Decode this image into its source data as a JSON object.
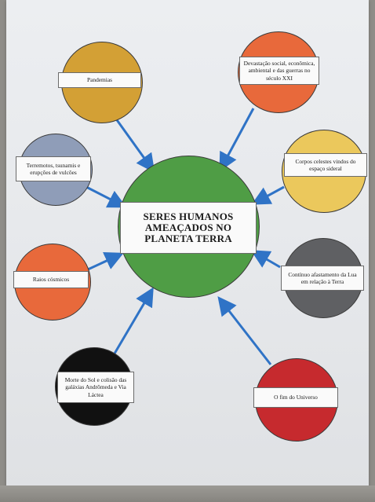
{
  "center": {
    "title": "SERES HUMANOS AMEAÇADOS NO PLANETA TERRA",
    "color": "#4f9d45"
  },
  "nodes": [
    {
      "id": "pandemias",
      "label": "Pandemias",
      "color": "#d3a035"
    },
    {
      "id": "devastacao",
      "label": "Devastação social, econômica, ambiental e das guerras no século XXI",
      "color": "#e8693b"
    },
    {
      "id": "terremotos",
      "label": "Terremotos, tsunamis e erupções de vulcões",
      "color": "#8f9db8"
    },
    {
      "id": "corpos",
      "label": "Corpos celestes vindos do espaço sideral",
      "color": "#ebc85c"
    },
    {
      "id": "raios",
      "label": "Raios cósmicos",
      "color": "#e8693b"
    },
    {
      "id": "lua",
      "label": "Contínuo afastamento da Lua em relação à Terra",
      "color": "#5f6063"
    },
    {
      "id": "sol",
      "label": "Morte do Sol e colisão das galáxias Andrômeda e Via Láctea",
      "color": "#111111"
    },
    {
      "id": "universo",
      "label": "O fim do Universo",
      "color": "#c62a2e"
    }
  ],
  "colors": {
    "arrow": "#2f73c6",
    "paper": "#e8eaed",
    "label_bg": "#fafafa"
  }
}
